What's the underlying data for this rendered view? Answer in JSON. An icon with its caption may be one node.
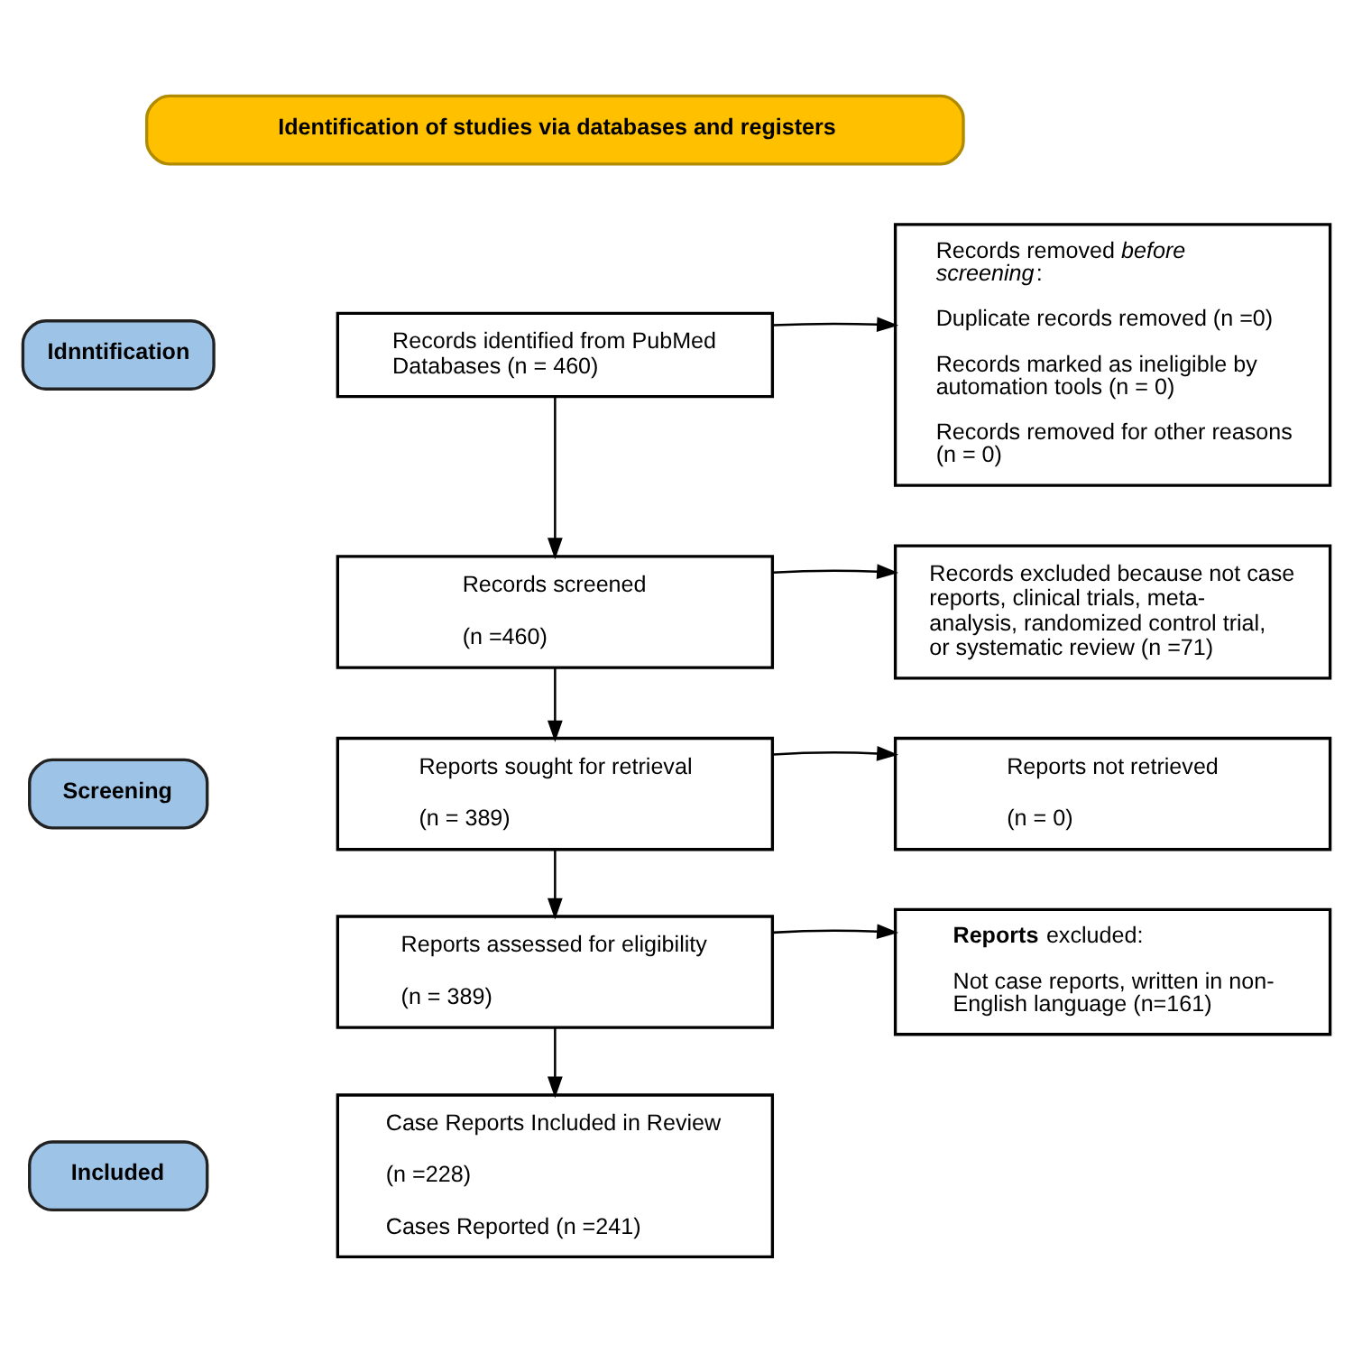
{
  "diagram": {
    "nodes": [
      {
        "text": [
          "Identification of studies via databases and registers"
        ]
      },
      {
        "text": [
          "Idnntification"
        ]
      },
      {
        "text": [
          "Records identified from PubMed Databases (n = 460)"
        ]
      },
      {
        "text": [
          "Records removed *before screening*:",
          "Duplicate records removed (n =0)",
          "Records marked as ineligible by automation tools (n = 0)",
          "Records removed for other reasons (n = 0)"
        ]
      },
      {
        "text": [
          "Screening"
        ]
      },
      {
        "text": [
          "Records screened",
          "(n =460)"
        ]
      },
      {
        "text": [
          "Records excluded because not case reports, clinical trials, meta-analysis, randomized control trial, or systematic review (n =71)"
        ]
      },
      {
        "text": [
          "Reports sought for retrieval",
          "(n = 389)"
        ]
      },
      {
        "text": [
          "Reports not retrieved",
          "(n = 0)"
        ]
      },
      {
        "text": [
          "Reports assessed for eligibility",
          "(n = 389)"
        ]
      },
      {
        "text": [
          "**Reports** excluded:",
          "Not case reports, written in non-English language (n=161)"
        ]
      },
      {
        "text": [
          "Included"
        ]
      },
      {
        "text": [
          "Case Reports Included in Review",
          "(n =228)",
          "Cases Reported (n =241)"
        ]
      }
    ],
    "edges": [
      {
        "from": 2,
        "to": 3,
        "arrow": "to"
      },
      {
        "from": 2,
        "to": 5,
        "arrow": "to"
      },
      {
        "from": 5,
        "to": 6,
        "arrow": "to"
      },
      {
        "from": 5,
        "to": 7,
        "arrow": "to"
      },
      {
        "from": 7,
        "to": 8,
        "arrow": "to"
      },
      {
        "from": 7,
        "to": 9,
        "arrow": "to"
      },
      {
        "from": 9,
        "to": 10,
        "arrow": "to"
      },
      {
        "from": 9,
        "to": 12,
        "arrow": "to"
      }
    ]
  }
}
